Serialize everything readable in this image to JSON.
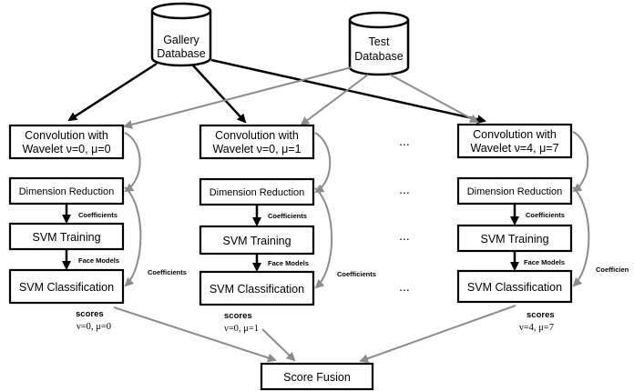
{
  "databases": {
    "gallery": {
      "line1": "Gallery",
      "line2": "Database"
    },
    "test": {
      "line1": "Test",
      "line2": "Database"
    }
  },
  "labels": {
    "conv_prefix": "Convolution with",
    "dim_reduction": "Dimension Reduction",
    "svm_training": "SVM Training",
    "svm_classification": "SVM Classification",
    "coefficients": "Coefficients",
    "face_models": "Face Models",
    "scores": "scores",
    "score_fusion": "Score Fusion",
    "ellipsis": "..."
  },
  "columns": [
    {
      "wavelet": "Wavelet ν=0, μ=0",
      "params": "ν=0, μ=0",
      "side_coefficients": "Coefficients"
    },
    {
      "wavelet": "Wavelet ν=0, μ=1",
      "params": "ν=0, μ=1",
      "side_coefficients": "Coefficients"
    },
    {
      "wavelet": "Wavelet ν=4, μ=7",
      "params": "ν=4, μ=7",
      "side_coefficients": "Coefficien"
    }
  ],
  "colors": {
    "primary_arrow": "#000000",
    "secondary_arrow": "#8c8c8c"
  }
}
